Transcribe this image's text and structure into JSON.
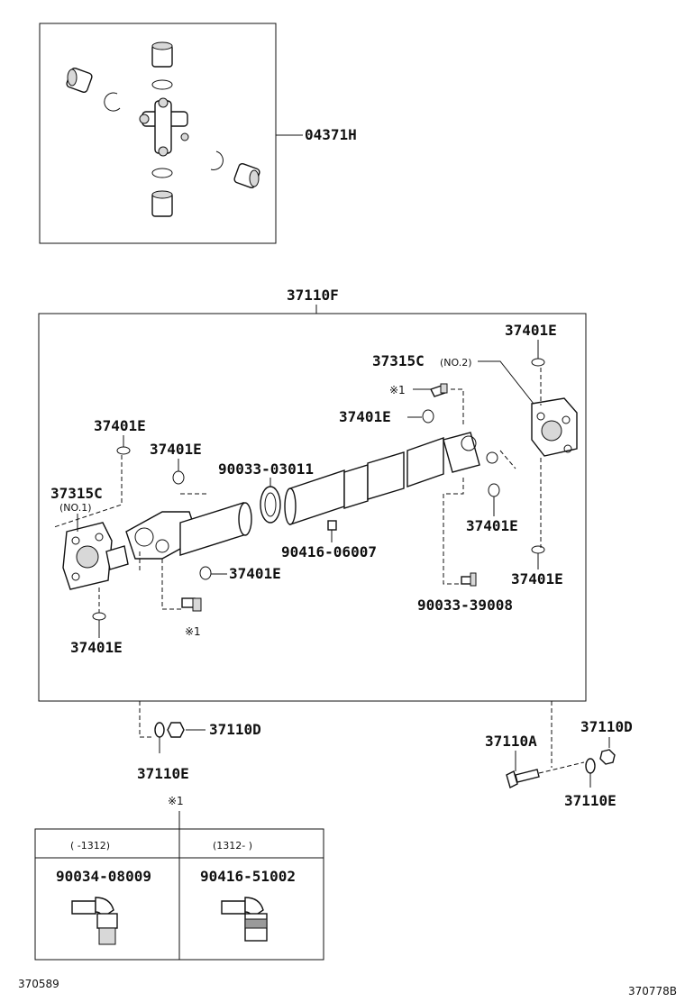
{
  "labels": {
    "kit": "04371H",
    "shaft": "37110F",
    "yoke_no2": "37315C",
    "yoke_no2_note": "(NO.2)",
    "yoke_no1": "37315C",
    "yoke_no1_note": "(NO.1)",
    "snap_ring": "37401E",
    "bolt_a": "90033-03011",
    "nipple_a": "90416-06007",
    "bolt_b": "90033-39008",
    "nut": "37110D",
    "washer": "37110E",
    "bolt": "37110A",
    "ref_mark": "※1"
  },
  "table": {
    "col1_header": "(      -1312)",
    "col2_header": "(1312-      )",
    "col1_part": "90034-08009",
    "col2_part": "90416-51002"
  },
  "footer": {
    "left_code": "370589",
    "right_code": "370778B"
  }
}
